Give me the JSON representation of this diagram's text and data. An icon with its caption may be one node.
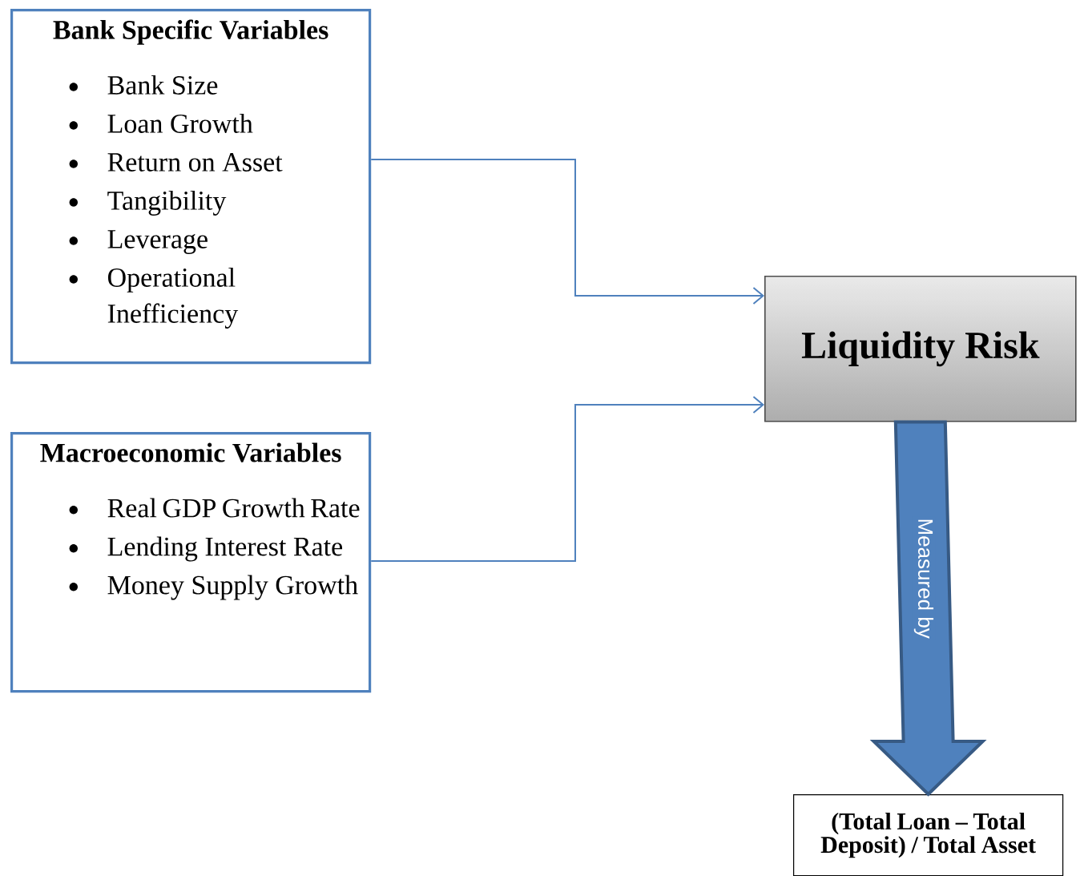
{
  "diagram": {
    "nodes": [
      {
        "text": [
          "Bank Specific Variables",
          "Bank Size",
          "Loan Growth",
          "Return on Asset",
          "Tangibility",
          "Leverage",
          "Operational Inefficiency"
        ]
      },
      {
        "text": [
          "Macroeconomic Variables",
          "Real GDP Growth Rate",
          "Lending Interest Rate",
          "Money Supply Growth"
        ]
      },
      {
        "text": [
          "Liquidity Risk"
        ]
      },
      {
        "text": [
          "(Total Loan – Total Deposit) / Total Asset"
        ]
      }
    ],
    "edges": [
      {
        "from": 0,
        "to": 2,
        "arrow": "to"
      },
      {
        "from": 1,
        "to": 2,
        "arrow": "to"
      },
      {
        "from": 2,
        "to": 3,
        "arrow": "to",
        "label": "Measured by",
        "style": "thick"
      }
    ]
  }
}
